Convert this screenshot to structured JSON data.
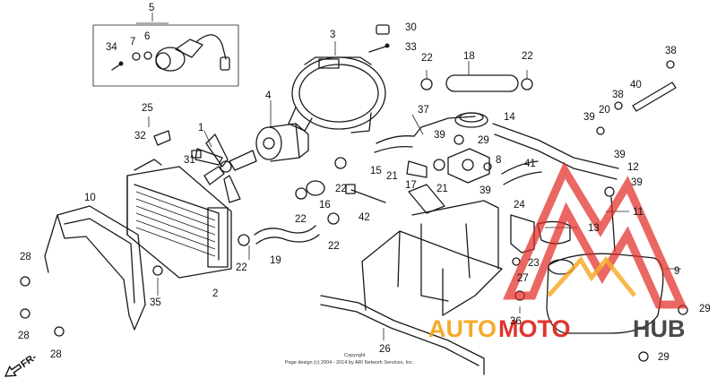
{
  "callouts": [
    "1",
    "2",
    "3",
    "4",
    "5",
    "6",
    "7",
    "8",
    "9",
    "10",
    "11",
    "12",
    "13",
    "14",
    "15",
    "16",
    "17",
    "18",
    "19",
    "20",
    "21",
    "22",
    "23",
    "24",
    "25",
    "26",
    "27",
    "28",
    "29",
    "30",
    "31",
    "32",
    "33",
    "34",
    "35",
    "36",
    "37",
    "38",
    "39",
    "40",
    "41",
    "42"
  ],
  "direction_marker": "FR-",
  "copyright": {
    "line1": "Copyright",
    "line2": "Page design (c) 2004 - 2014 by ARI Network Services, Inc."
  },
  "watermark": {
    "text_part1": "AUTO",
    "text_part2": "MOTO",
    "text_part3": "HUB",
    "colors": {
      "orange": "#f7a21b",
      "red": "#e0231d",
      "dark": "#3a3a3a"
    }
  }
}
